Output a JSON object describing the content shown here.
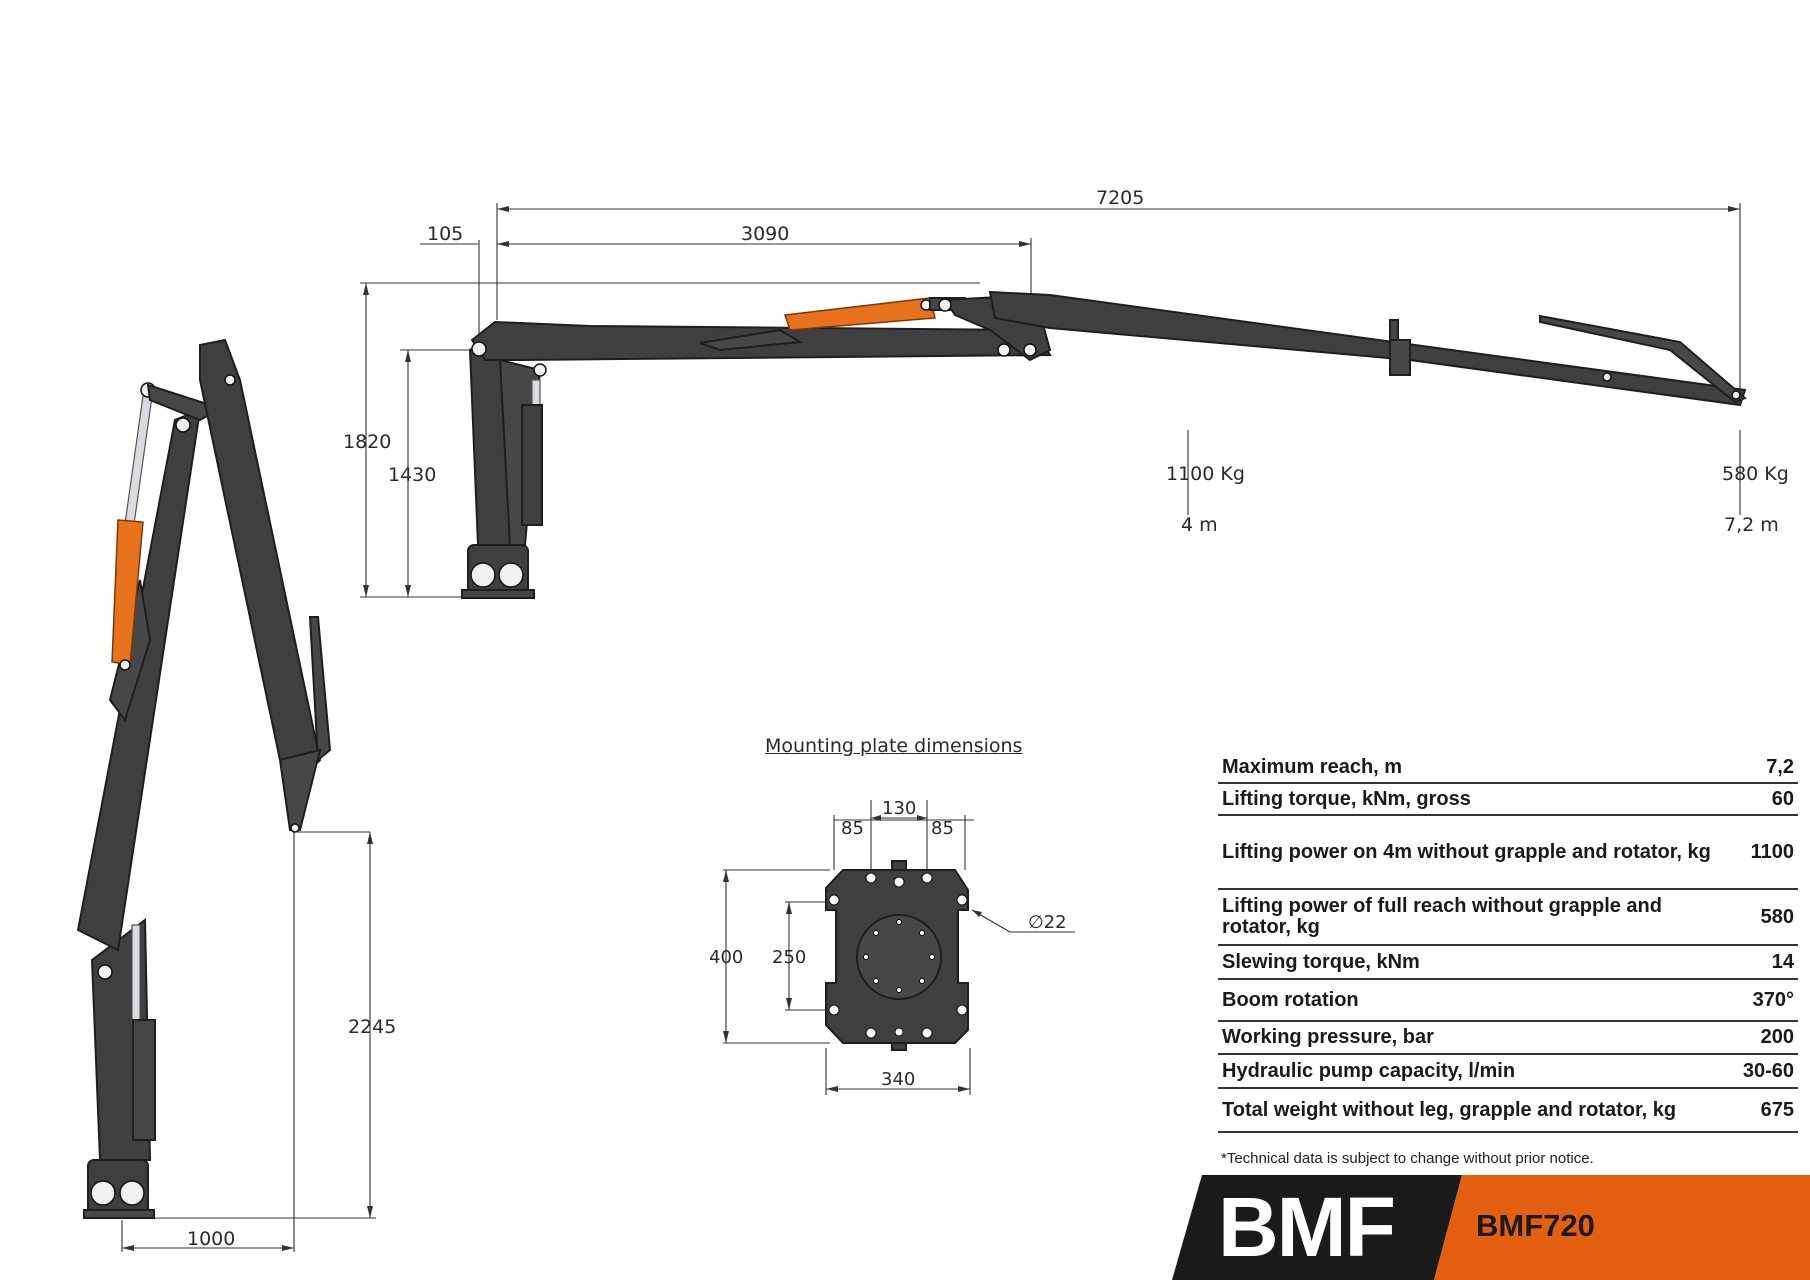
{
  "dimensions": {
    "overall_reach": "7205",
    "offset": "105",
    "first_boom": "3090",
    "total_height": "1820",
    "column_height": "1430",
    "folded_height": "2245",
    "folded_width": "1000"
  },
  "load_points": [
    {
      "load": "1100 Kg",
      "distance": "4 m"
    },
    {
      "load": "580 Kg",
      "distance": "7,2 m"
    }
  ],
  "mounting_plate": {
    "title": "Mounting plate dimensions",
    "top_center": "130",
    "top_left": "85",
    "top_right": "85",
    "height_outer": "400",
    "height_inner": "250",
    "width": "340",
    "hole": "∅22"
  },
  "specs": [
    {
      "label": "Maximum reach, m",
      "value": "7,2"
    },
    {
      "label": "Lifting torque, kNm, gross",
      "value": "60"
    },
    {
      "label": "Lifting power on 4m without grapple and rotator, kg",
      "value": "1100"
    },
    {
      "label": "Lifting power of full reach without grapple and rotator, kg",
      "value": "580"
    },
    {
      "label": "Slewing torque, kNm",
      "value": "14"
    },
    {
      "label": "Boom rotation",
      "value": "370°"
    },
    {
      "label": "Working pressure, bar",
      "value": "200"
    },
    {
      "label": "Hydraulic pump capacity, l/min",
      "value": "30-60"
    },
    {
      "label": "Total weight without leg, grapple and rotator, kg",
      "value": "675"
    }
  ],
  "note": "*Technical data is subject to change without prior notice.",
  "brand": {
    "logo": "BMF",
    "model": "BMF720",
    "colors": {
      "orange": "#e45f10",
      "black": "#1a1a1a"
    }
  }
}
